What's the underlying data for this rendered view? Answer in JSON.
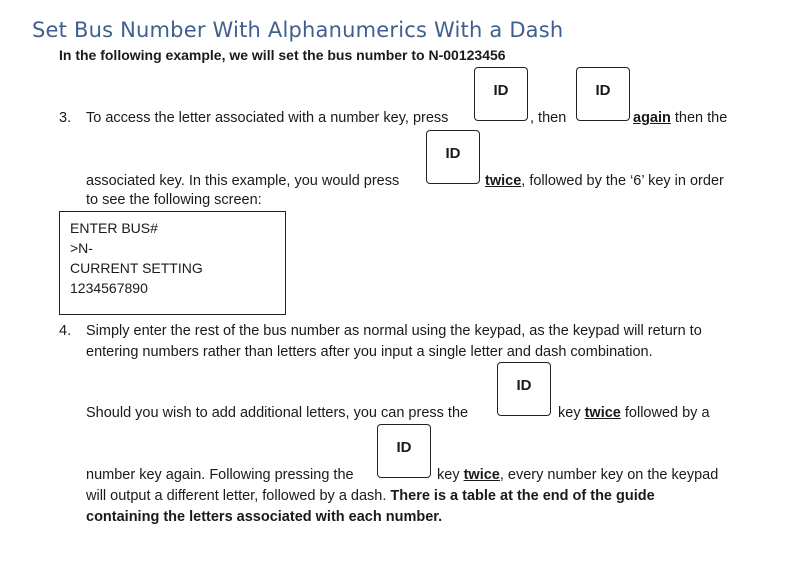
{
  "title": "Set Bus Number With Alphanumerics With a Dash",
  "subtitle": "In the following example, we will set the bus number to N-00123456",
  "step3": {
    "number": "3.",
    "line1_a": "To access the letter associated with a number key, press",
    "line1_b": ", then",
    "line1_c": "again",
    "line1_d": " then the",
    "line2_a": "associated key.  In this example, you would press",
    "line2_b": "twice",
    "line2_c": ", followed by the ‘6’ key in order",
    "line3": "to see the following screen:"
  },
  "screen": {
    "lines": [
      "ENTER BUS#",
      ">N-",
      "CURRENT SETTING",
      "1234567890"
    ]
  },
  "step4": {
    "number": "4.",
    "line1": "Simply enter the rest of the bus number as normal using the keypad, as the keypad will return to",
    "line2": "entering numbers rather than letters after you input a single letter and dash combination.",
    "line3_a": "Should you wish to add additional letters, you can press the",
    "line3_b": "key ",
    "line3_c": "twice",
    "line3_d": " followed by a",
    "line4_a": "number key again.  Following pressing the",
    "line4_b": "key ",
    "line4_c": "twice",
    "line4_d": ", every number key on the keypad",
    "line5_a": "will output a different letter, followed by a dash.  ",
    "line5_b": "There is a table at the end of the guide",
    "line6": "containing the letters associated with each number."
  },
  "key_label": "ID"
}
